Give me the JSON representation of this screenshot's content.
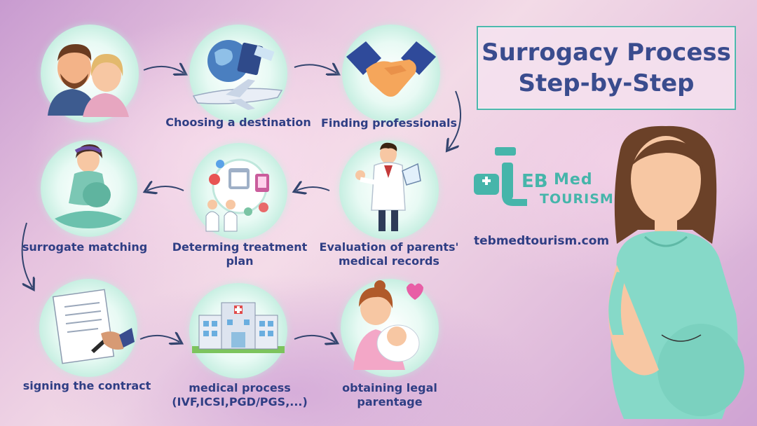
{
  "title": {
    "line1": "Surrogacy Process",
    "line2": "Step-by-Step"
  },
  "steps": [
    {
      "label": "",
      "icon": "couple-icon"
    },
    {
      "label": "Choosing a destination",
      "icon": "globe-airplane-passport-icon"
    },
    {
      "label": "Finding professionals",
      "icon": "handshake-icon"
    },
    {
      "label": "Evaluation of parents'",
      "label2": "medical records",
      "icon": "doctor-icon"
    },
    {
      "label": "Determing treatment",
      "label2": "plan",
      "icon": "medical-planning-icon"
    },
    {
      "label": "surrogate matching",
      "icon": "pregnant-woman-icon"
    },
    {
      "label": "signing the contract",
      "icon": "contract-signing-icon"
    },
    {
      "label": "medical process",
      "label2": "(IVF,ICSI,PGD/PGS,...)",
      "icon": "hospital-icon"
    },
    {
      "label": "obtaining legal",
      "label2": "parentage",
      "icon": "mother-baby-icon"
    }
  ],
  "logo": {
    "eb": "EB",
    "med": "Med",
    "tourism": "TOURISM",
    "website": "tebmedtourism.com"
  },
  "colors": {
    "label": "#2f3e84",
    "teal": "#46b5aa",
    "navy": "#3a4c8e"
  }
}
